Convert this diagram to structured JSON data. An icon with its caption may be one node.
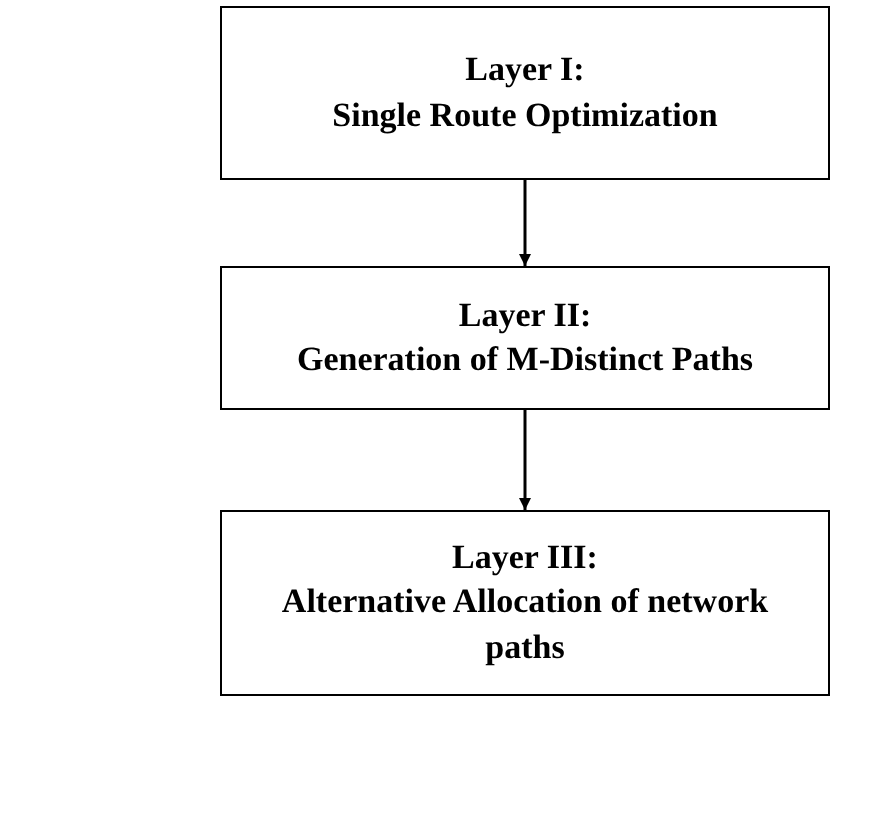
{
  "diagram": {
    "nodes": [
      {
        "text": [
          "Layer I:",
          "Single Route Optimization"
        ]
      },
      {
        "text": [
          "Layer II:",
          "Generation of M-Distinct Paths"
        ]
      },
      {
        "text": [
          "Layer III:",
          "Alternative Allocation of network paths"
        ]
      }
    ],
    "edges": [
      {
        "from": 0,
        "to": 1,
        "arrow": "to"
      },
      {
        "from": 1,
        "to": 2,
        "arrow": "to"
      }
    ]
  }
}
